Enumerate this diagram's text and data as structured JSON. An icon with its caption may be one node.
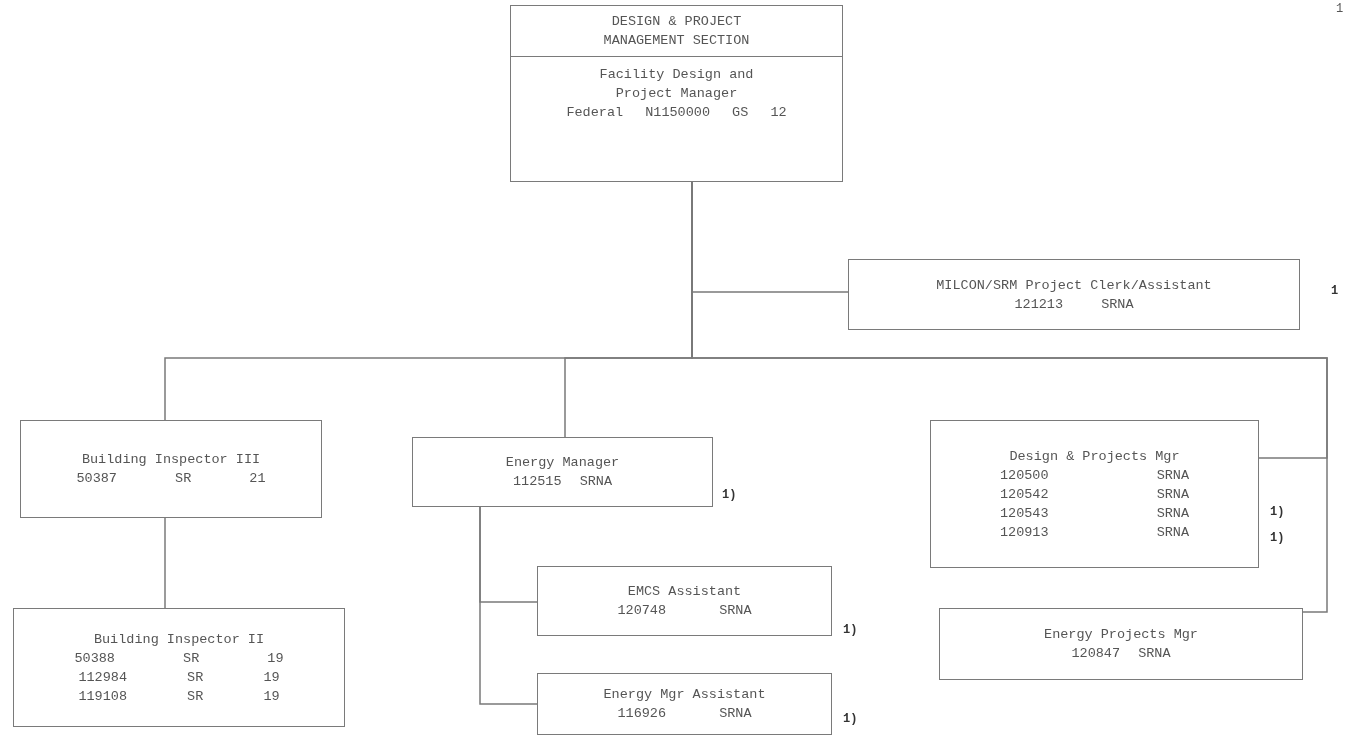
{
  "diagram": {
    "nodes": [
      {
        "text": [
          "DESIGN & PROJECT MANAGEMENT SECTION",
          "Facility Design and Project Manager",
          "Federal N1150000 GS 12"
        ]
      },
      {
        "text": [
          "MILCON/SRM Project Clerk/Assistant",
          "121213 SRNA"
        ],
        "beside": [
          "1"
        ]
      },
      {
        "text": [
          "Building Inspector III",
          "50387 SR 21"
        ]
      },
      {
        "text": [
          "Building Inspector II",
          "50388 SR 19",
          "112984 SR 19",
          "119108 SR 19"
        ]
      },
      {
        "text": [
          "Energy Manager",
          "112515 SRNA"
        ],
        "beside": [
          "1)"
        ]
      },
      {
        "text": [
          "EMCS Assistant",
          "120748 SRNA"
        ],
        "beside": [
          "1)"
        ]
      },
      {
        "text": [
          "Energy Mgr Assistant",
          "116926 SRNA"
        ],
        "beside": [
          "1)"
        ]
      },
      {
        "text": [
          "Design & Projects Mgr",
          "120500 SRNA",
          "120542 SRNA",
          "120543 SRNA",
          "120913 SRNA"
        ],
        "beside": [
          "1)",
          "1)"
        ]
      },
      {
        "text": [
          "Energy Projects Mgr",
          "120847 SRNA"
        ]
      }
    ],
    "edges": [
      {
        "from": 0,
        "to": 1,
        "arrow": "none"
      },
      {
        "from": 0,
        "to": 2,
        "arrow": "none"
      },
      {
        "from": 0,
        "to": 4,
        "arrow": "none"
      },
      {
        "from": 0,
        "to": 7,
        "arrow": "none"
      },
      {
        "from": 0,
        "to": 8,
        "arrow": "none"
      },
      {
        "from": 2,
        "to": 3,
        "arrow": "none"
      },
      {
        "from": 4,
        "to": 5,
        "arrow": "none"
      },
      {
        "from": 4,
        "to": 6,
        "arrow": "none"
      }
    ],
    "labels": [
      "1"
    ]
  }
}
